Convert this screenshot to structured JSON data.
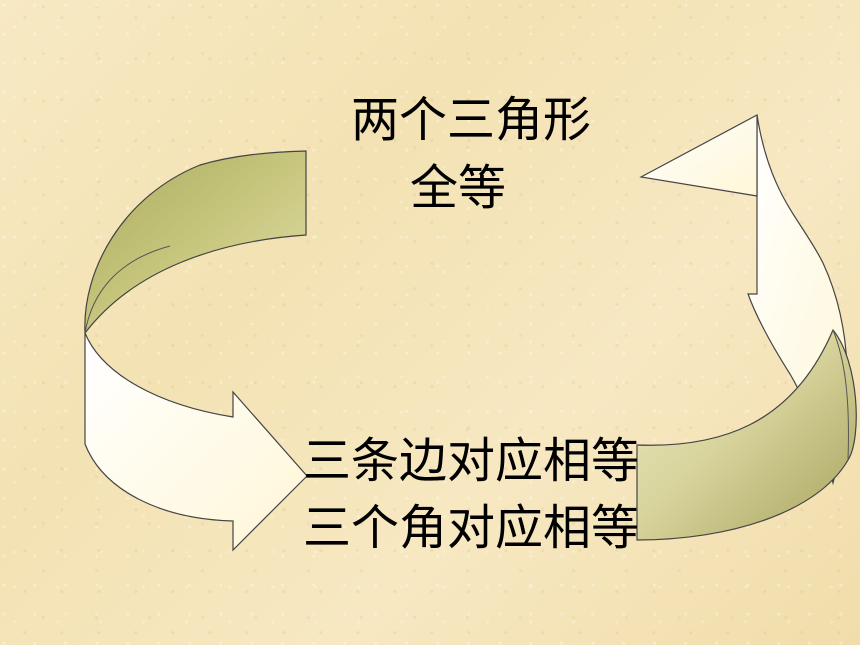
{
  "diagram": {
    "top_text": [
      "两个三角形",
      "全等"
    ],
    "bottom_text": [
      "三条边对应相等",
      "三个角对应相等"
    ]
  },
  "colors": {
    "background": "#f6e7bd",
    "arrow_outline": "#444444",
    "arrow_light": "#fffde8",
    "arrow_olive": "#c1bf73"
  },
  "icons": {
    "left_arrow": "curved-arrow-down-right",
    "right_arrow": "curved-arrow-up-left"
  }
}
